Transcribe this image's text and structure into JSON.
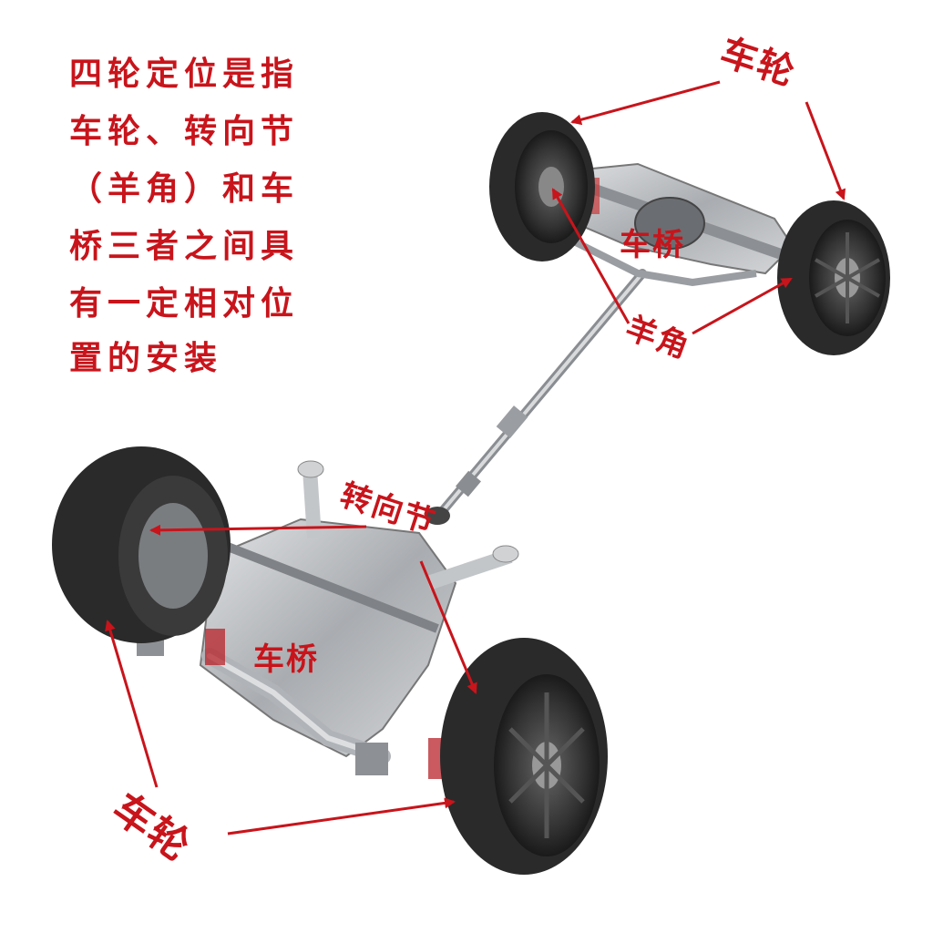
{
  "description_lines": [
    "四轮定位是指",
    "车轮、转向节",
    "（羊角）和车",
    "桥三者之间具",
    "有一定相对位",
    "置的安装"
  ],
  "labels": {
    "wheel_top": "车轮",
    "axle_rear": "车桥",
    "knuckle_rear": "羊角",
    "knuckle_front": "转向节",
    "axle_front": "车桥",
    "wheel_bottom": "车轮"
  },
  "colors": {
    "annotation": "#c8141b",
    "tire": "#2a2a2a",
    "metal": "#b9bcc0"
  }
}
